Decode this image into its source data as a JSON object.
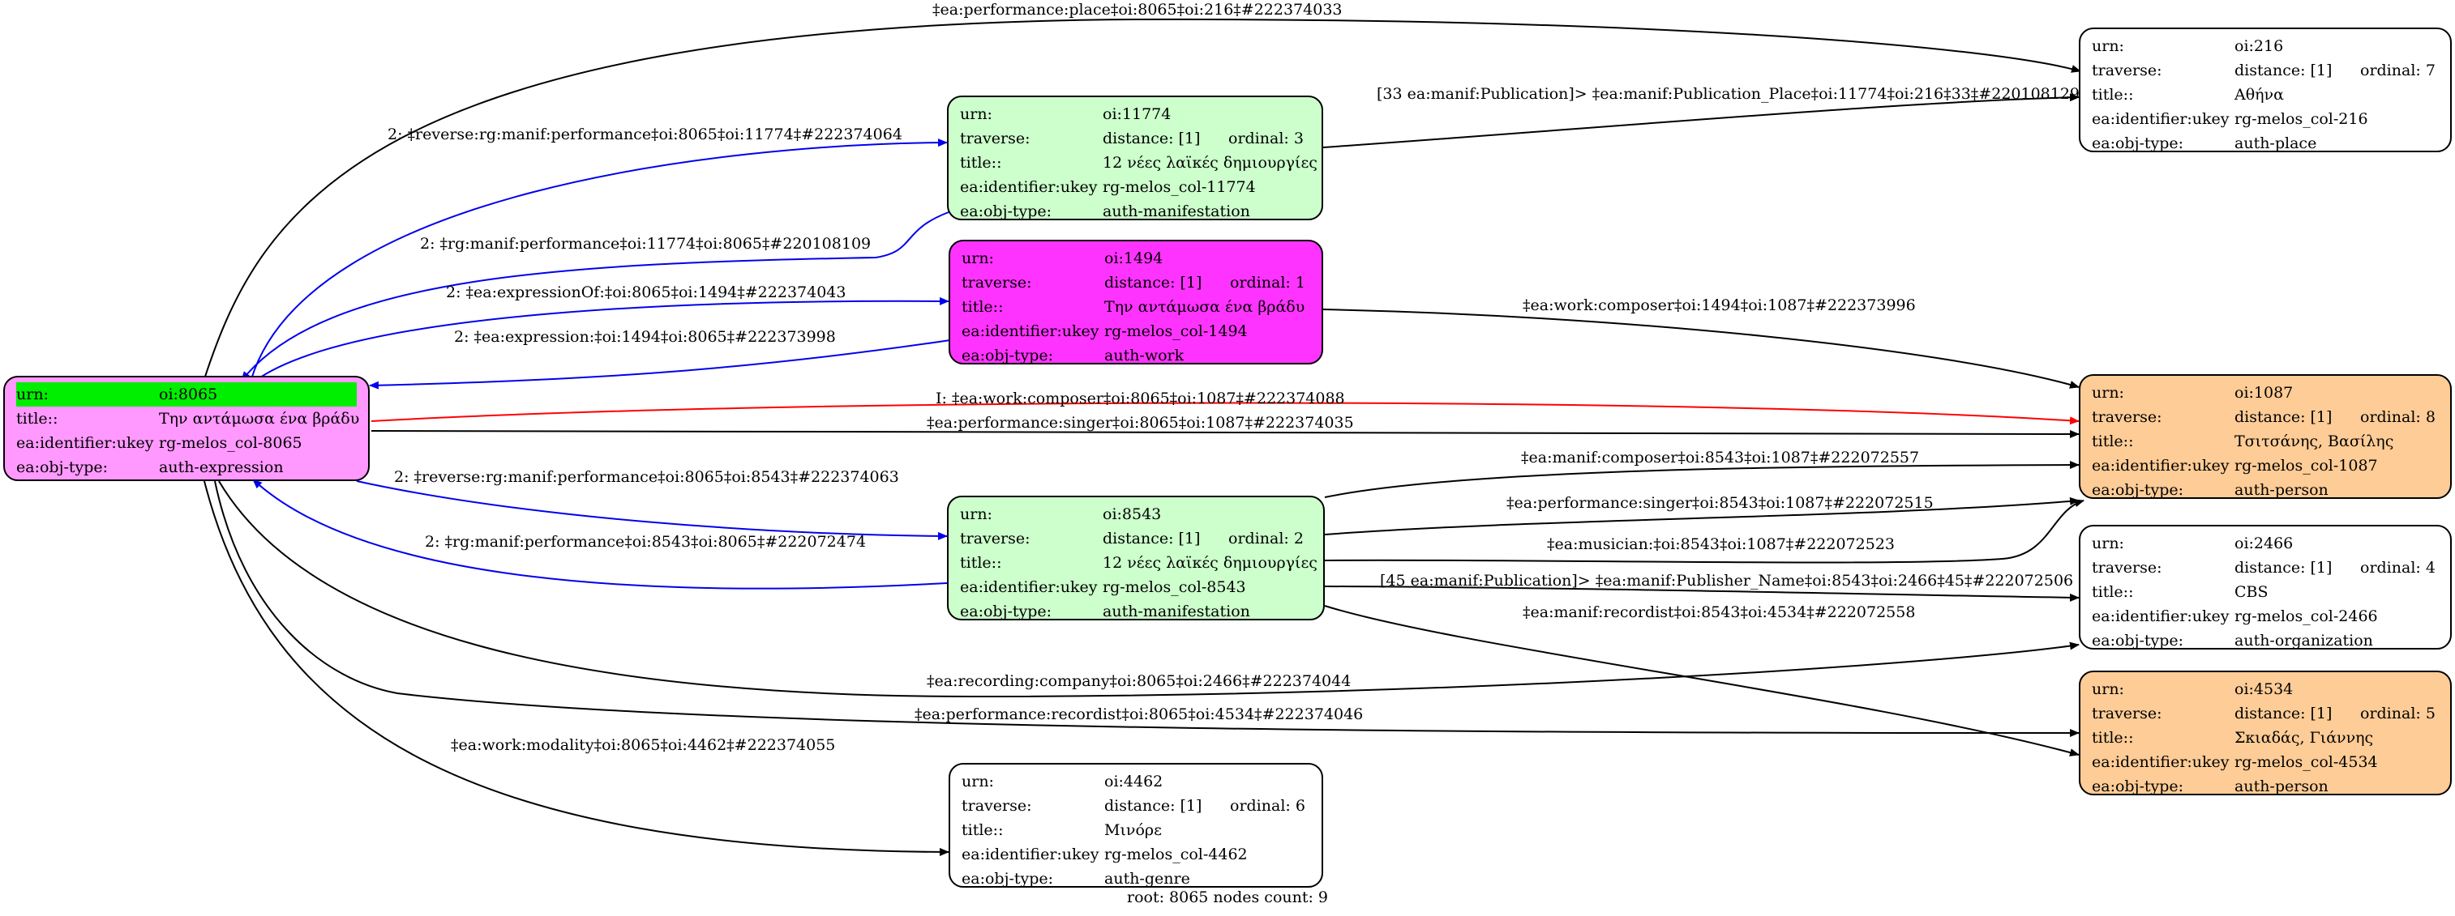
{
  "colors": {
    "manifestation": "#ccffcc",
    "work": "#ff33ff",
    "expression": "#ff99ff",
    "person": "#fecc96",
    "plain": "#ffffff",
    "highlight": "#00ee00",
    "edge_blue": "#0000ee",
    "edge_red": "#ff0000",
    "edge_black": "#000000"
  },
  "nodes": {
    "n8065": {
      "urn": "oi:8065",
      "title": "Την αντάμωσα ένα βράδυ",
      "ukey": "rg-melos_col-8065",
      "type": "auth-expression"
    },
    "n11774": {
      "urn": "oi:11774",
      "distance": "distance: [1]",
      "ordinal": "ordinal: 3",
      "title": "12 νέες λαϊκές δημιουργίες",
      "ukey": "rg-melos_col-11774",
      "type": "auth-manifestation"
    },
    "n1494": {
      "urn": "oi:1494",
      "distance": "distance: [1]",
      "ordinal": "ordinal: 1",
      "title": "Την αντάμωσα ένα βράδυ",
      "ukey": "rg-melos_col-1494",
      "type": "auth-work"
    },
    "n8543": {
      "urn": "oi:8543",
      "distance": "distance: [1]",
      "ordinal": "ordinal: 2",
      "title": "12 νέες λαϊκές δημιουργίες",
      "ukey": "rg-melos_col-8543",
      "type": "auth-manifestation"
    },
    "n4462": {
      "urn": "oi:4462",
      "distance": "distance: [1]",
      "ordinal": "ordinal: 6",
      "title": "Μινόρε",
      "ukey": "rg-melos_col-4462",
      "type": "auth-genre"
    },
    "n216": {
      "urn": "oi:216",
      "distance": "distance: [1]",
      "ordinal": "ordinal: 7",
      "title": "Αθήνα",
      "ukey": "rg-melos_col-216",
      "type": "auth-place"
    },
    "n1087": {
      "urn": "oi:1087",
      "distance": "distance: [1]",
      "ordinal": "ordinal: 8",
      "title": "Τσιτσάνης, Βασίλης",
      "ukey": "rg-melos_col-1087",
      "type": "auth-person"
    },
    "n2466": {
      "urn": "oi:2466",
      "distance": "distance: [1]",
      "ordinal": "ordinal: 4",
      "title": "CBS",
      "ukey": "rg-melos_col-2466",
      "type": "auth-organization"
    },
    "n4534": {
      "urn": "oi:4534",
      "distance": "distance: [1]",
      "ordinal": "ordinal: 5",
      "title": "Σκιαδάς, Γιάννης",
      "ukey": "rg-melos_col-4534",
      "type": "auth-person"
    }
  },
  "field_labels": {
    "urn": "urn:",
    "traverse": "traverse:",
    "title": "title::",
    "ukey": "ea:identifier:ukey",
    "type": "ea:obj-type:"
  },
  "edges": {
    "e1": "‡ea:performance:place‡oi:8065‡oi:216‡#222374033",
    "e2": "2: ‡reverse:rg:manif:performance‡oi:8065‡oi:11774‡#222374064",
    "e3": "2: ‡rg:manif:performance‡oi:11774‡oi:8065‡#220108109",
    "e4": "[33 ea:manif:Publication]> ‡ea:manif:Publication_Place‡oi:11774‡oi:216‡33‡#220108129",
    "e5": "2: ‡ea:expressionOf:‡oi:8065‡oi:1494‡#222374043",
    "e6": "2: ‡ea:expression:‡oi:1494‡oi:8065‡#222373998",
    "e7": "‡ea:work:composer‡oi:1494‡oi:1087‡#222373996",
    "e8": "I: ‡ea:work:composer‡oi:8065‡oi:1087‡#222374088",
    "e9": "‡ea:performance:singer‡oi:8065‡oi:1087‡#222374035",
    "e10": "2: ‡reverse:rg:manif:performance‡oi:8065‡oi:8543‡#222374063",
    "e11": "2: ‡rg:manif:performance‡oi:8543‡oi:8065‡#222072474",
    "e12": "‡ea:manif:composer‡oi:8543‡oi:1087‡#222072557",
    "e13": "‡ea:performance:singer‡oi:8543‡oi:1087‡#222072515",
    "e14": "‡ea:musician:‡oi:8543‡oi:1087‡#222072523",
    "e15": "[45 ea:manif:Publication]> ‡ea:manif:Publisher_Name‡oi:8543‡oi:2466‡45‡#222072506",
    "e16": "‡ea:manif:recordist‡oi:8543‡oi:4534‡#222072558",
    "e17": "‡ea:recording:company‡oi:8065‡oi:2466‡#222374044",
    "e18": "‡ea:performance:recordist‡oi:8065‡oi:4534‡#222374046",
    "e19": "‡ea:work:modality‡oi:8065‡oi:4462‡#222374055"
  },
  "footer": "root: 8065 nodes count: 9"
}
